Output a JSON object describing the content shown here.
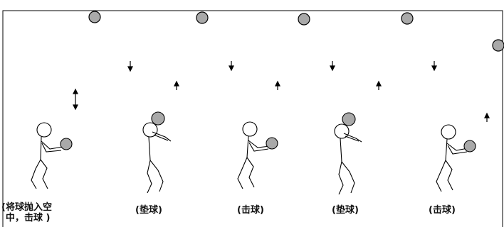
{
  "colors": {
    "ball_fill": "#a9a9a9",
    "stroke": "#000000",
    "frame": "#000000",
    "background": "#ffffff"
  },
  "steps": [
    {
      "caption_line1": "(将球抛入空",
      "caption_line2": "中，击球  )"
    },
    {
      "caption": "(垫球)"
    },
    {
      "caption": "(击球)"
    },
    {
      "caption": "(垫球)"
    },
    {
      "caption": "(击球)"
    }
  ]
}
